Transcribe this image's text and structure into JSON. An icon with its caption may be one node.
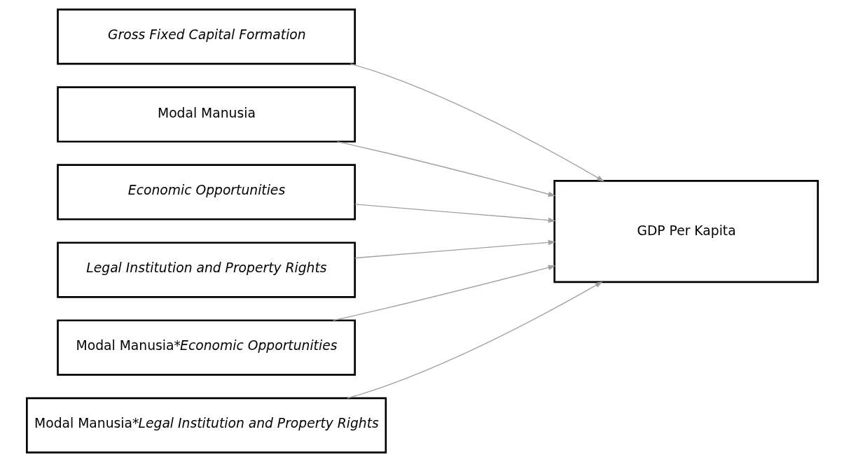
{
  "diagram": {
    "nodes": [
      {
        "text": [
          "Gross Fixed Capital Formation"
        ]
      },
      {
        "text": [
          "Modal Manusia"
        ]
      },
      {
        "text": [
          "Economic Opportunities"
        ]
      },
      {
        "text": [
          "Legal Institution and Property Rights"
        ]
      },
      {
        "text": [
          "Modal Manusia*Economic Opportunities"
        ]
      },
      {
        "text": [
          "Modal Manusia*Legal Institution and Property Rights"
        ]
      },
      {
        "text": [
          "GDP Per Kapita"
        ]
      }
    ],
    "edges": [
      {
        "from": 0,
        "to": 6,
        "arrow": "to"
      },
      {
        "from": 1,
        "to": 6,
        "arrow": "to"
      },
      {
        "from": 2,
        "to": 6,
        "arrow": "to"
      },
      {
        "from": 3,
        "to": 6,
        "arrow": "to"
      },
      {
        "from": 4,
        "to": 6,
        "arrow": "to"
      },
      {
        "from": 5,
        "to": 6,
        "arrow": "to"
      }
    ]
  }
}
